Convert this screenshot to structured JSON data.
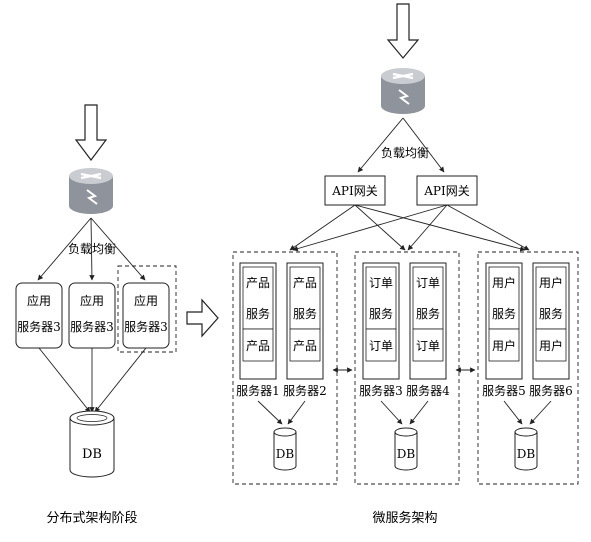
{
  "left": {
    "lb_label": "负载均衡",
    "server_label_line1": "应用",
    "server_label_line2": "服务器3",
    "db_label": "DB",
    "caption": "分布式架构阶段"
  },
  "right": {
    "lb_label": "负载均衡",
    "gateways": [
      "API网关",
      "API网关"
    ],
    "groups": [
      {
        "servers": [
          {
            "top": [
              "产品",
              "服务"
            ],
            "bottom": "产品",
            "label": "服务器1"
          },
          {
            "top": [
              "产品",
              "服务"
            ],
            "bottom": "产品",
            "label": "服务器2"
          }
        ],
        "db_label": "DB"
      },
      {
        "servers": [
          {
            "top": [
              "订单",
              "服务"
            ],
            "bottom": "订单",
            "label": "服务器3"
          },
          {
            "top": [
              "订单",
              "服务"
            ],
            "bottom": "订单",
            "label": "服务器4"
          }
        ],
        "db_label": "DB"
      },
      {
        "servers": [
          {
            "top": [
              "用户",
              "服务"
            ],
            "bottom": "用户",
            "label": "服务器5"
          },
          {
            "top": [
              "用户",
              "服务"
            ],
            "bottom": "用户",
            "label": "服务器6"
          }
        ],
        "db_label": "DB"
      }
    ],
    "caption": "微服务架构"
  },
  "colors": {
    "stroke": "#222222",
    "router_fill": "#9a9ea6",
    "router_dark": "#7e828a",
    "router_light": "#c9ccd1"
  }
}
